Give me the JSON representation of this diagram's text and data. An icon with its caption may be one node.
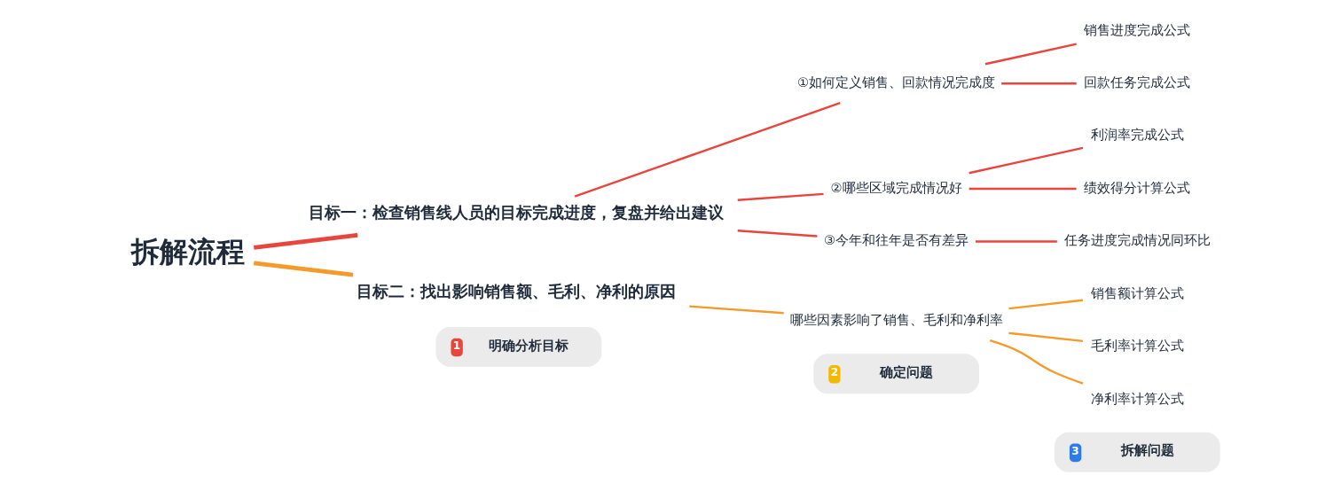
{
  "diagram": {
    "nodes": [
      {
        "text": [
          "1",
          "明确分析目标"
        ]
      },
      {
        "text": [
          "2",
          "确定问题"
        ]
      },
      {
        "text": [
          "3",
          "拆解问题"
        ]
      },
      {
        "text": [
          "拆解流程"
        ]
      },
      {
        "text": [
          "目标一：检查销售线人员的目标完成进度，复盘并给出建议"
        ]
      },
      {
        "text": [
          "目标二：找出影响销售额、毛利、净利的原因"
        ]
      },
      {
        "text": [
          "①如何定义销售、回款情况完成度"
        ]
      },
      {
        "text": [
          "②哪些区域完成情况好"
        ]
      },
      {
        "text": [
          "③今年和往年是否有差异"
        ]
      },
      {
        "text": [
          "销售进度完成公式"
        ]
      },
      {
        "text": [
          "回款任务完成公式"
        ]
      },
      {
        "text": [
          "利润率完成公式"
        ]
      },
      {
        "text": [
          "绩效得分计算公式"
        ]
      },
      {
        "text": [
          "任务进度完成情况同环比"
        ]
      },
      {
        "text": [
          "哪些因素影响了销售、毛利和净利率"
        ]
      },
      {
        "text": [
          "销售额计算公式"
        ]
      },
      {
        "text": [
          "毛利率计算公式"
        ]
      },
      {
        "text": [
          "净利率计算公式"
        ]
      }
    ],
    "edges": [
      {
        "from": 3,
        "to": 4,
        "arrow": "none",
        "style": "thick"
      },
      {
        "from": 3,
        "to": 5,
        "arrow": "none",
        "style": "thick",
        "color": "#f39a2b"
      },
      {
        "from": 4,
        "to": 6,
        "arrow": "none"
      },
      {
        "from": 4,
        "to": 7,
        "arrow": "none"
      },
      {
        "from": 4,
        "to": 8,
        "arrow": "none"
      },
      {
        "from": 6,
        "to": 9,
        "arrow": "none"
      },
      {
        "from": 6,
        "to": 10,
        "arrow": "none"
      },
      {
        "from": 7,
        "to": 11,
        "arrow": "none"
      },
      {
        "from": 7,
        "to": 12,
        "arrow": "none"
      },
      {
        "from": 8,
        "to": 13,
        "arrow": "none"
      },
      {
        "from": 5,
        "to": 14,
        "arrow": "none",
        "color": "#f39a2b"
      },
      {
        "from": 14,
        "to": 15,
        "arrow": "none",
        "color": "#f39a2b"
      },
      {
        "from": 14,
        "to": 16,
        "arrow": "none",
        "color": "#f39a2b"
      },
      {
        "from": 14,
        "to": 17,
        "arrow": "none",
        "color": "#f39a2b"
      }
    ]
  }
}
